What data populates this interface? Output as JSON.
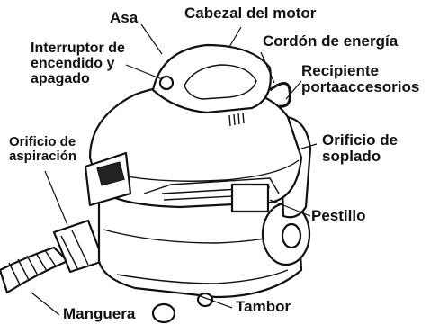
{
  "labels": {
    "asa": "Asa",
    "cabezal": "Cabezal del motor",
    "interruptor": [
      "Interruptor de",
      "encendido y",
      "apagado"
    ],
    "cordon": "Cordón de energía",
    "recipiente": [
      "Recipiente",
      "portaaccesorios"
    ],
    "orificio_aspiracion": [
      "Orificio de",
      "aspiración"
    ],
    "orificio_soplado": [
      "Orificio de",
      "soplado"
    ],
    "pestillo": "Pestillo",
    "manguera": "Manguera",
    "tambor": "Tambor"
  },
  "colors": {
    "ink": "#111111",
    "background": "#ffffff"
  }
}
